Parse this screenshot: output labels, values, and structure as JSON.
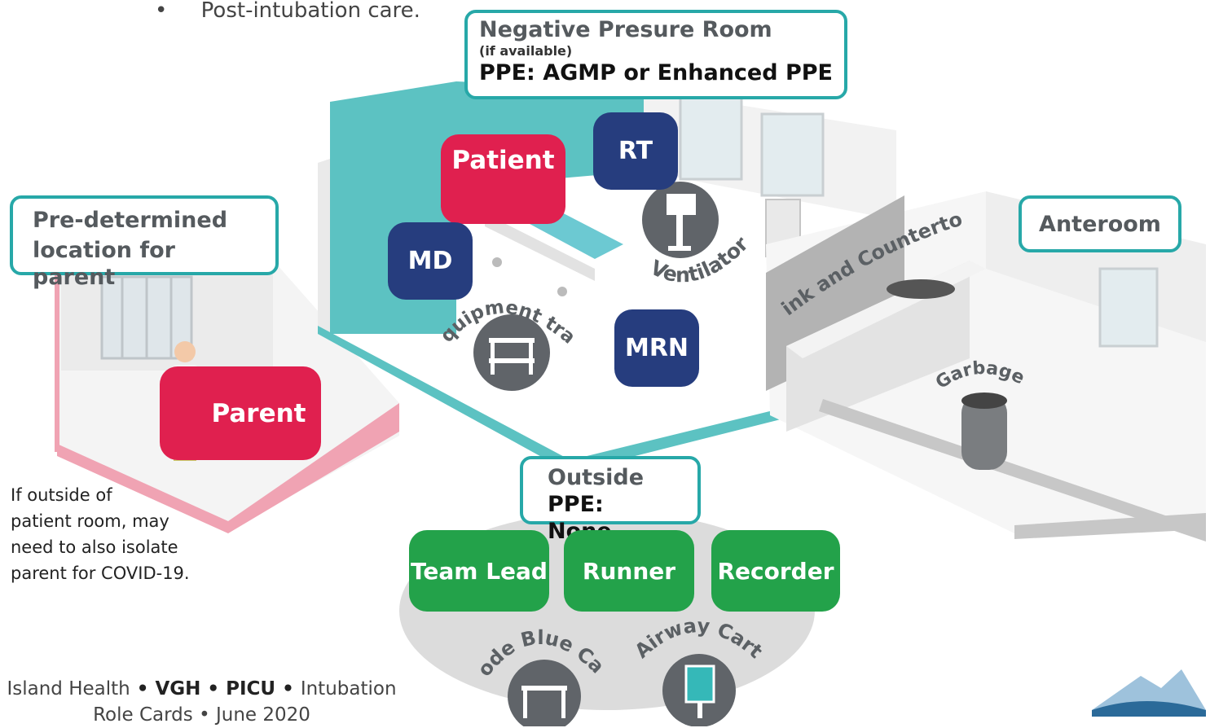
{
  "bullet": "Post-intubation care.",
  "negative_room": {
    "title": "Negative Presure Room",
    "subtitle": "(if available)",
    "ppe": "PPE: AGMP or Enhanced PPE"
  },
  "parent_location": {
    "line1": "Pre-determined",
    "line2": "location for parent"
  },
  "anteroom": {
    "title": "Anteroom"
  },
  "outside": {
    "title": "Outside",
    "ppe": "PPE: None"
  },
  "roles": {
    "patient": "Patient",
    "rt": "RT",
    "md": "MD",
    "mrn": "MRN",
    "parent": "Parent",
    "team_lead": "Team Lead",
    "runner": "Runner",
    "recorder": "Recorder"
  },
  "equipment": {
    "ventilator": "Ventilator",
    "equipment_tray": "Equipment tray",
    "sink": "Sink and Countertop",
    "garbage": "Garbage",
    "code_blue_cart": "Code Blue Cart",
    "airway_cart": "Airway Cart"
  },
  "note": {
    "line1": "If outside of",
    "line2": "patient room, may",
    "line3": "need to also isolate",
    "line4": "parent for COVID-19."
  },
  "footer": {
    "org": "Island Health",
    "sep": " • ",
    "site": "VGH",
    "unit": "PICU",
    "topic": "Intubation",
    "line2": "Role Cards • June 2020"
  },
  "colors": {
    "teal": "#27a8a8",
    "navy": "#263d7e",
    "crimson": "#e0204f",
    "green": "#23a24a",
    "pink_wall": "#f0a3b3"
  }
}
